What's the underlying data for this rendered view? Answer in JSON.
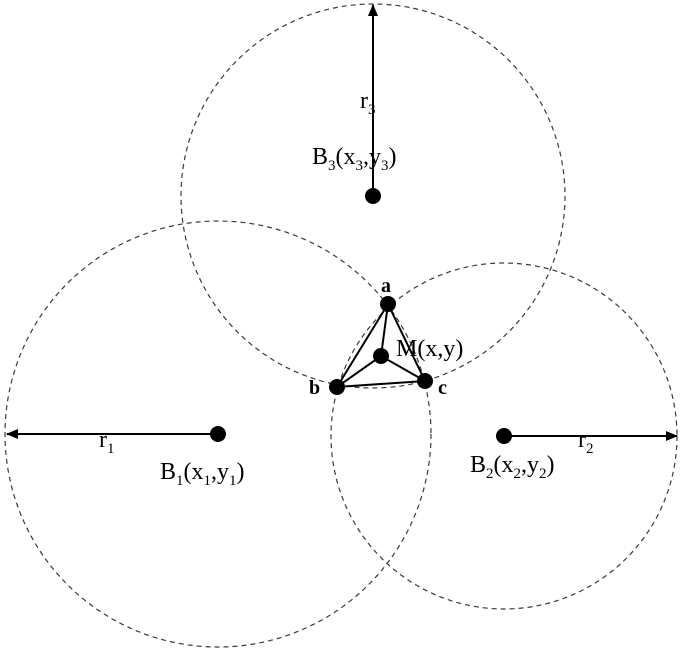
{
  "beacons": {
    "b1": {
      "name": "B",
      "sub1": "1",
      "open": "(x",
      "sub2": "1",
      "mid": ",y",
      "sub3": "1",
      "close": ")"
    },
    "b2": {
      "name": "B",
      "sub1": "2",
      "open": "(x",
      "sub2": "2",
      "mid": ",y",
      "sub3": "2",
      "close": ")"
    },
    "b3": {
      "name": "B",
      "sub1": "3",
      "open": "(x",
      "sub2": "3",
      "mid": ",y",
      "sub3": "3",
      "close": ")"
    }
  },
  "radii": {
    "r1": {
      "base": "r",
      "sub": "1"
    },
    "r2": {
      "base": "r",
      "sub": "2"
    },
    "r3": {
      "base": "r",
      "sub": "3"
    }
  },
  "points": {
    "a": "a",
    "b": "b",
    "c": "c",
    "m": "M(x,y)"
  },
  "colors": {
    "ink": "#000000",
    "dashed_circle": "#3a3a3a"
  }
}
